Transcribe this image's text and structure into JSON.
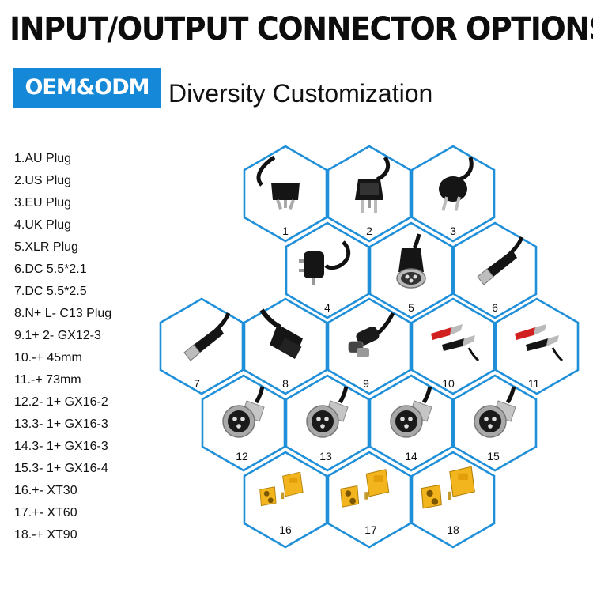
{
  "header": {
    "title": "INPUT/OUTPUT CONNECTOR OPTIONS",
    "badge": "OEM&ODM",
    "subtitle": "Diversity Customization"
  },
  "options": [
    "1.AU Plug",
    "2.US Plug",
    "3.EU Plug",
    "4.UK Plug",
    "5.XLR Plug",
    "6.DC 5.5*2.1",
    "7.DC 5.5*2.5",
    "8.N+ L- C13 Plug",
    "9.1+ 2- GX12-3",
    "10.-+ 45mm",
    "11.-+ 73mm",
    "12.2- 1+ GX16-2",
    "13.3- 1+ GX16-3",
    "14.3- 1+ GX16-3",
    "15.3- 1+ GX16-4",
    "16.+- XT30",
    "17.+- XT60",
    "18.-+ XT90"
  ],
  "tiles": [
    {
      "number": "1",
      "icon": "au-plug-icon"
    },
    {
      "number": "2",
      "icon": "us-plug-icon"
    },
    {
      "number": "3",
      "icon": "eu-plug-icon"
    },
    {
      "number": "4",
      "icon": "uk-plug-icon"
    },
    {
      "number": "5",
      "icon": "xlr-plug-icon"
    },
    {
      "number": "6",
      "icon": "dc-barrel-plug-icon"
    },
    {
      "number": "7",
      "icon": "dc-barrel-plug-icon"
    },
    {
      "number": "8",
      "icon": "c13-plug-icon"
    },
    {
      "number": "9",
      "icon": "gx12-connector-icon"
    },
    {
      "number": "10",
      "icon": "alligator-clips-icon"
    },
    {
      "number": "11",
      "icon": "alligator-clips-icon"
    },
    {
      "number": "12",
      "icon": "gx16-connector-icon"
    },
    {
      "number": "13",
      "icon": "gx16-connector-icon"
    },
    {
      "number": "14",
      "icon": "gx16-connector-icon"
    },
    {
      "number": "15",
      "icon": "gx16-connector-icon"
    },
    {
      "number": "16",
      "icon": "xt30-connector-icon"
    },
    {
      "number": "17",
      "icon": "xt60-connector-icon"
    },
    {
      "number": "18",
      "icon": "xt90-connector-icon"
    }
  ],
  "colors": {
    "accent": "#1e8fd8",
    "badge": "#1589d8",
    "connector_yellow": "#f3b51e"
  }
}
